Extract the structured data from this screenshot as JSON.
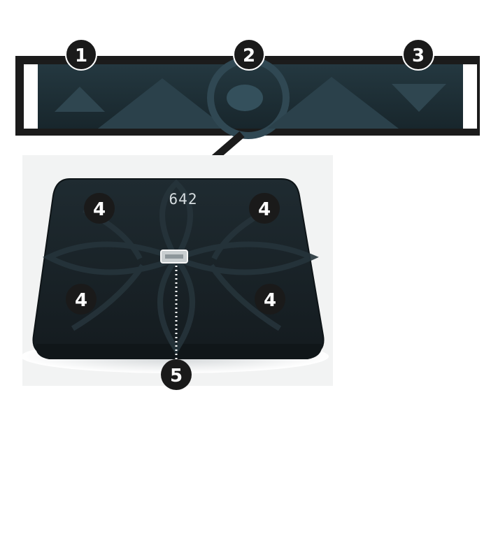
{
  "display": {
    "reading": "642"
  },
  "callouts": {
    "c1": "1",
    "c2": "2",
    "c3": "3",
    "c4": "4",
    "c5": "5"
  },
  "colors": {
    "frame": "#1b1b1b",
    "panel": "#1c2b33",
    "scale_body": "#1d262b",
    "callout_badge": "#1a1a1a"
  },
  "icons": {
    "left": "triangle-up-small-icon",
    "center": "target-circle-icon",
    "right": "triangle-down-icon"
  }
}
